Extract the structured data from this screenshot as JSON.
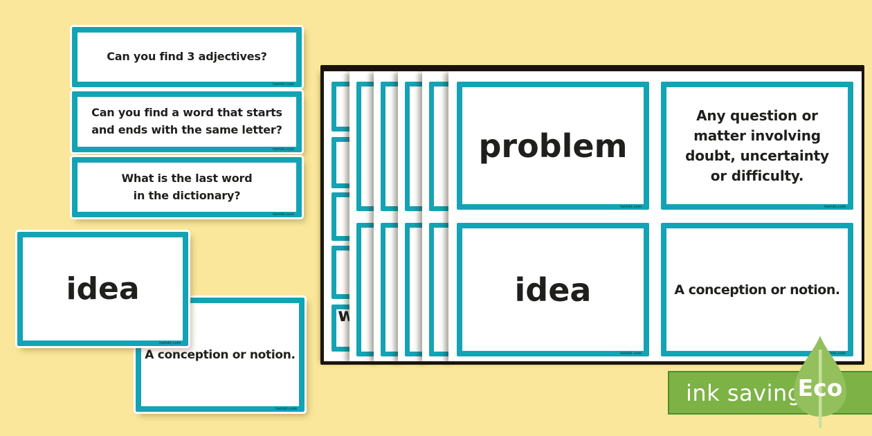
{
  "colors": {
    "background": "#FAE79B",
    "card_border_teal": "#14A3B4",
    "card_text": "#1F1F1D",
    "stack_shadow": "#191310",
    "badge_green": "#7CB246",
    "badge_border_green": "#4E8C2A",
    "leaf_green": "#93C05C",
    "leaf_stem_green": "#C9E09E",
    "watermark_teal": "#085F6B"
  },
  "strips": [
    {
      "lines": [
        "Can you find 3 adjectives?"
      ]
    },
    {
      "lines": [
        "Can you find a word that starts",
        "and ends with the same letter?"
      ]
    },
    {
      "lines": [
        "What is the last word",
        "in the dictionary?"
      ]
    }
  ],
  "loose_cards": {
    "word": "idea",
    "definition": "A conception or notion."
  },
  "stack": {
    "front_cards": {
      "word_1": "problem",
      "definition_1_lines": [
        "Any question or",
        "matter involving",
        "doubt, uncertainty",
        "or difficulty."
      ],
      "word_2": "idea",
      "definition_2": "A conception or notion."
    },
    "edge_letter": "w",
    "watermark": "twinkl.com"
  },
  "eco_badge": {
    "label": "ink saving",
    "eco": "Eco"
  }
}
